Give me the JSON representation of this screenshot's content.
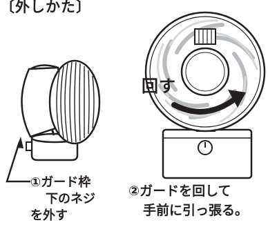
{
  "title": "〔外しかた〕",
  "rotate_label": "回す",
  "step1": {
    "lines": [
      "①ガード枠",
      "下のネジ",
      "を外す"
    ]
  },
  "step2": {
    "lines": [
      "②ガードを回して",
      "手前に引っ張る。"
    ]
  },
  "icons": [
    "fan-side-view-illustration",
    "fan-front-view-illustration",
    "rotation-arrow-icon",
    "leader-line-arrow-icon"
  ]
}
